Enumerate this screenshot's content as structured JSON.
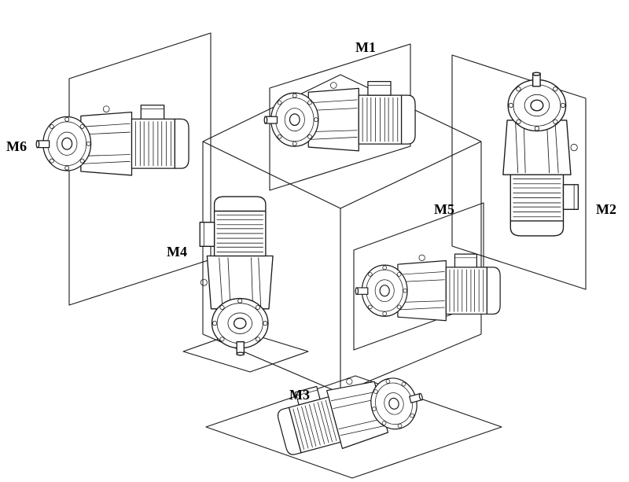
{
  "diagram": {
    "type": "technical-line-drawing",
    "subject": "gearmotor-mounting-positions",
    "background_color": "#ffffff",
    "line_color": "#1a1a1a",
    "label_color": "#000000"
  },
  "positions": [
    {
      "id": "m1",
      "label": "M1"
    },
    {
      "id": "m2",
      "label": "M2"
    },
    {
      "id": "m3",
      "label": "M3"
    },
    {
      "id": "m4",
      "label": "M4"
    },
    {
      "id": "m5",
      "label": "M5"
    },
    {
      "id": "m6",
      "label": "M6"
    }
  ]
}
